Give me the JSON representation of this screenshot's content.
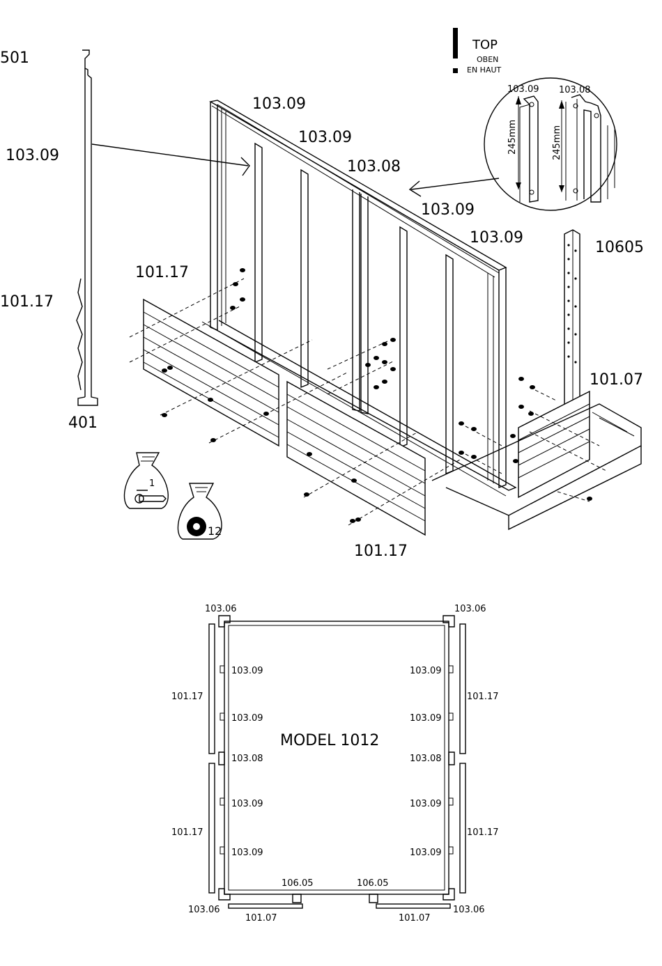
{
  "top_labels": {
    "profile_top": "501",
    "profile_mid": "103.09",
    "profile_low": "101.17",
    "profile_bottom": "401",
    "frame_a": "103.09",
    "frame_b": "103.09",
    "frame_c": "103.08",
    "frame_d": "103.09",
    "frame_e": "103.09",
    "post": "10605",
    "panel_left": "101.17",
    "panel_bottom": "101.17",
    "panel_right": "101.07",
    "bag_screws": "1",
    "bag_washers": "12"
  },
  "top_marker": {
    "top": "TOP",
    "oben": "OBEN",
    "en_haut": "EN HAUT"
  },
  "detail": {
    "left_part": "103.09",
    "right_part": "103.08",
    "dim_left": "245mm",
    "dim_right": "245mm"
  },
  "plan": {
    "title": "MODEL 1012",
    "corner_tl": "103.06",
    "corner_tr": "103.06",
    "corner_bl": "103.06",
    "corner_br": "103.06",
    "left_frames": [
      "103.09",
      "103.09",
      "103.08",
      "103.09",
      "103.09"
    ],
    "right_frames": [
      "103.09",
      "103.09",
      "103.08",
      "103.09",
      "103.09"
    ],
    "left_panels": [
      "101.17",
      "101.17"
    ],
    "right_panels": [
      "101.17",
      "101.17"
    ],
    "bottom_posts": [
      "106.05",
      "106.05"
    ],
    "bottom_panels": [
      "101.07",
      "101.07"
    ]
  }
}
